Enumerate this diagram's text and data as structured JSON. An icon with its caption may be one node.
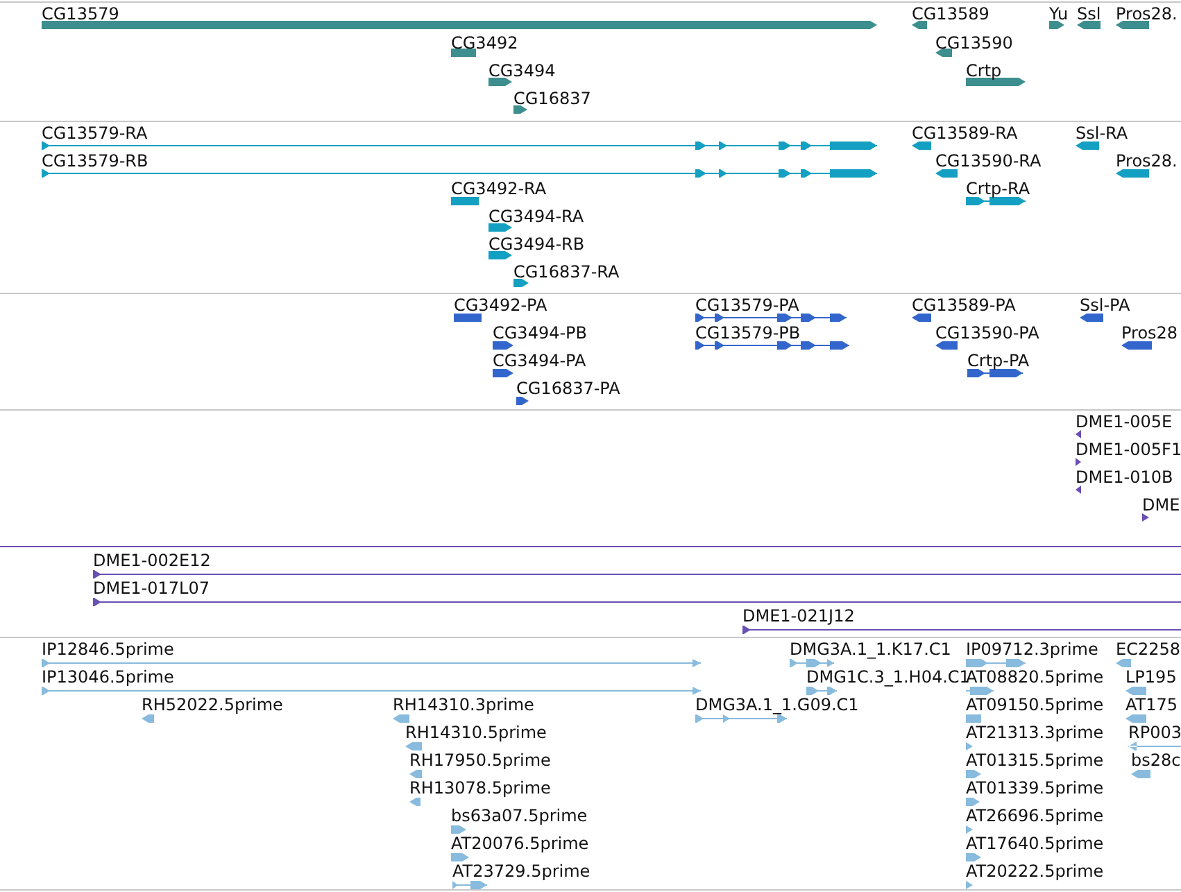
{
  "diagram": {
    "labels": [
      "CG13579",
      "CG13589",
      "Yu",
      "Ssl",
      "Pros28.",
      "CG3492",
      "CG13590",
      "CG3494",
      "Crtp",
      "CG16837",
      "CG13579-RA",
      "CG13589-RA",
      "Ssl-RA",
      "CG13579-RB",
      "CG13590-RA",
      "Pros28.",
      "CG3492-RA",
      "Crtp-RA",
      "CG3494-RA",
      "CG3494-RB",
      "CG16837-RA",
      "CG3492-PA",
      "CG13579-PA",
      "CG13589-PA",
      "Ssl-PA",
      "CG3494-PB",
      "CG13579-PB",
      "CG13590-PA",
      "Pros28",
      "CG3494-PA",
      "Crtp-PA",
      "CG16837-PA",
      "DME1-005E",
      "DME1-005F1",
      "DME1-010B",
      "DME",
      "DME1-002E12",
      "DME1-017L07",
      "DME1-021J12",
      "IP12846.5prime",
      "DMG3A.1_1.K17.C1",
      "IP09712.3prime",
      "EC2258",
      "IP13046.5prime",
      "DMG1C.3_1.H04.C1",
      "AT08820.5prime",
      "LP195",
      "RH52022.5prime",
      "RH14310.3prime",
      "DMG3A.1_1.G09.C1",
      "AT09150.5prime",
      "AT175",
      "RH14310.5prime",
      "AT21313.3prime",
      "RP003",
      "RH17950.5prime",
      "AT01315.5prime",
      "bs28c",
      "RH13078.5prime",
      "AT01339.5prime",
      "bs63a07.5prime",
      "AT26696.5prime",
      "AT20076.5prime",
      "AT17640.5prime",
      "AT23729.5prime",
      "AT20222.5prime"
    ]
  }
}
